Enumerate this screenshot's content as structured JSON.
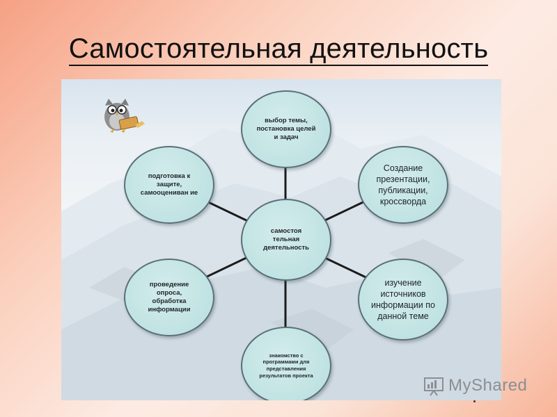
{
  "slide": {
    "title": "Самостоятельная деятельность"
  },
  "diagram": {
    "center": "самостоя тельная деятельность",
    "nodes": {
      "top": "выбор темы, постановка целей и задач",
      "upper_right": "Создание презентации, публикации, кроссворда",
      "lower_right": "изучение источников информации по данной теме",
      "bottom": "знакомство с программами для представления результатов проекта",
      "lower_left": "проведение опроса, обработка информации",
      "upper_left": "подготовка к защите, самооцениван ие"
    }
  },
  "watermark": {
    "text": "MyShared",
    "icon": "presentation-board-icon"
  },
  "decor": {
    "owl_icon": "owl-reading-icon"
  }
}
